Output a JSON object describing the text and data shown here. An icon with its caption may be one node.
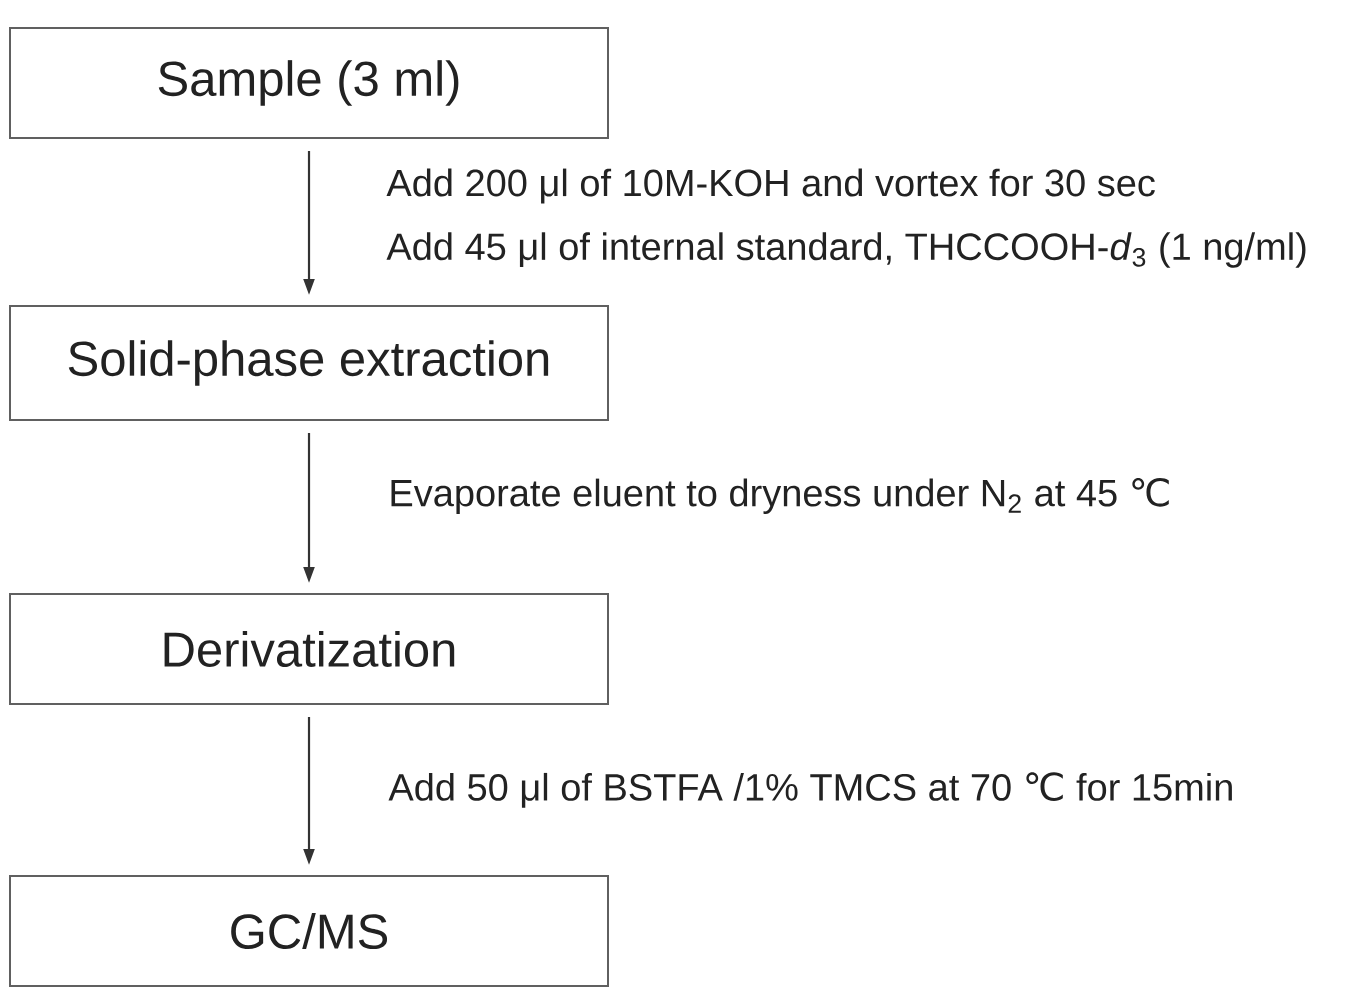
{
  "diagram": {
    "nodes": [
      {
        "text": [
          "Sample (3 ml)"
        ]
      },
      {
        "text": [
          "Solid-phase extraction"
        ]
      },
      {
        "text": [
          "Derivatization"
        ]
      },
      {
        "text": [
          "GC/MS"
        ]
      }
    ],
    "edges": [
      {
        "from": 0,
        "to": 1,
        "arrow": "to"
      },
      {
        "from": 1,
        "to": 2,
        "arrow": "to"
      },
      {
        "from": 2,
        "to": 3,
        "arrow": "to"
      }
    ],
    "labels": [
      "Add 200 μl of 10M-KOH and vortex for 30 sec",
      "Add 45 μl of internal standard, THCCOOH-*d*$_{3}$ (1 ng/ml)",
      "Evaporate eluent to dryness under N$_{2}$ at 45 ℃",
      "Add 50 μl of BSTFA /1% TMCS at 70 ℃ for 15min"
    ]
  }
}
